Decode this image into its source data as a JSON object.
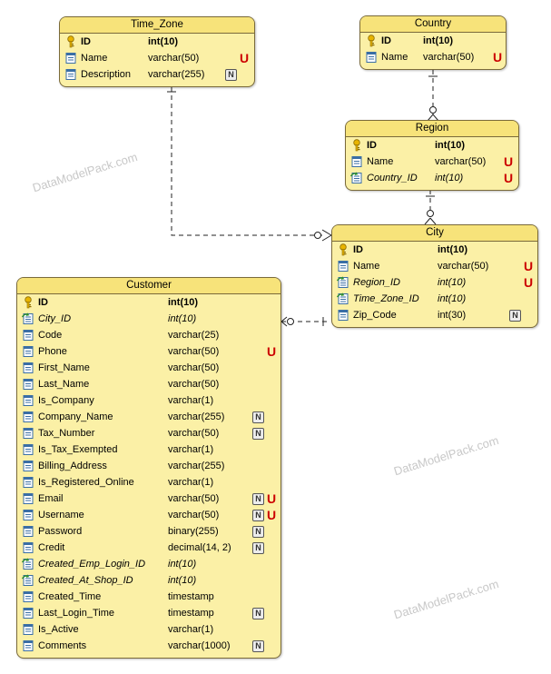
{
  "watermarks": [
    "DataModelPack.com",
    "DataModelPack.com",
    "DataModelPack.com"
  ],
  "entities": [
    {
      "key": "time_zone",
      "name": "Time_Zone",
      "columns": [
        {
          "kind": "pk",
          "name": "ID",
          "type": "int(10)"
        },
        {
          "kind": "col",
          "name": "Name",
          "type": "varchar(50)",
          "unique": "U"
        },
        {
          "kind": "col",
          "name": "Description",
          "type": "varchar(255)",
          "nullable": "N"
        }
      ]
    },
    {
      "key": "country",
      "name": "Country",
      "columns": [
        {
          "kind": "pk",
          "name": "ID",
          "type": "int(10)"
        },
        {
          "kind": "col",
          "name": "Name",
          "type": "varchar(50)",
          "unique": "U"
        }
      ]
    },
    {
      "key": "region",
      "name": "Region",
      "columns": [
        {
          "kind": "pk",
          "name": "ID",
          "type": "int(10)"
        },
        {
          "kind": "col",
          "name": "Name",
          "type": "varchar(50)",
          "unique": "U"
        },
        {
          "kind": "fk",
          "name": "Country_ID",
          "type": "int(10)",
          "unique": "U"
        }
      ]
    },
    {
      "key": "city",
      "name": "City",
      "columns": [
        {
          "kind": "pk",
          "name": "ID",
          "type": "int(10)"
        },
        {
          "kind": "col",
          "name": "Name",
          "type": "varchar(50)",
          "unique": "U"
        },
        {
          "kind": "fk",
          "name": "Region_ID",
          "type": "int(10)",
          "unique": "U"
        },
        {
          "kind": "fk",
          "name": "Time_Zone_ID",
          "type": "int(10)"
        },
        {
          "kind": "col",
          "name": "Zip_Code",
          "type": "int(30)",
          "nullable": "N"
        }
      ]
    },
    {
      "key": "customer",
      "name": "Customer",
      "columns": [
        {
          "kind": "pk",
          "name": "ID",
          "type": "int(10)"
        },
        {
          "kind": "fk",
          "name": "City_ID",
          "type": "int(10)"
        },
        {
          "kind": "col",
          "name": "Code",
          "type": "varchar(25)"
        },
        {
          "kind": "col",
          "name": "Phone",
          "type": "varchar(50)",
          "unique": "U"
        },
        {
          "kind": "col",
          "name": "First_Name",
          "type": "varchar(50)"
        },
        {
          "kind": "col",
          "name": "Last_Name",
          "type": "varchar(50)"
        },
        {
          "kind": "col",
          "name": "Is_Company",
          "type": "varchar(1)"
        },
        {
          "kind": "col",
          "name": "Company_Name",
          "type": "varchar(255)",
          "nullable": "N"
        },
        {
          "kind": "col",
          "name": "Tax_Number",
          "type": "varchar(50)",
          "nullable": "N"
        },
        {
          "kind": "col",
          "name": "Is_Tax_Exempted",
          "type": "varchar(1)"
        },
        {
          "kind": "col",
          "name": "Billing_Address",
          "type": "varchar(255)"
        },
        {
          "kind": "col",
          "name": "Is_Registered_Online",
          "type": "varchar(1)"
        },
        {
          "kind": "col",
          "name": "Email",
          "type": "varchar(50)",
          "nullable": "N",
          "unique": "U"
        },
        {
          "kind": "col",
          "name": "Username",
          "type": "varchar(50)",
          "nullable": "N",
          "unique": "U"
        },
        {
          "kind": "col",
          "name": "Password",
          "type": "binary(255)",
          "nullable": "N"
        },
        {
          "kind": "col",
          "name": "Credit",
          "type": "decimal(14, 2)",
          "nullable": "N"
        },
        {
          "kind": "fk",
          "name": "Created_Emp_Login_ID",
          "type": "int(10)"
        },
        {
          "kind": "fk",
          "name": "Created_At_Shop_ID",
          "type": "int(10)"
        },
        {
          "kind": "col",
          "name": "Created_Time",
          "type": "timestamp"
        },
        {
          "kind": "col",
          "name": "Last_Login_Time",
          "type": "timestamp",
          "nullable": "N"
        },
        {
          "kind": "col",
          "name": "Is_Active",
          "type": "varchar(1)"
        },
        {
          "kind": "col",
          "name": "Comments",
          "type": "varchar(1000)",
          "nullable": "N"
        }
      ]
    }
  ]
}
